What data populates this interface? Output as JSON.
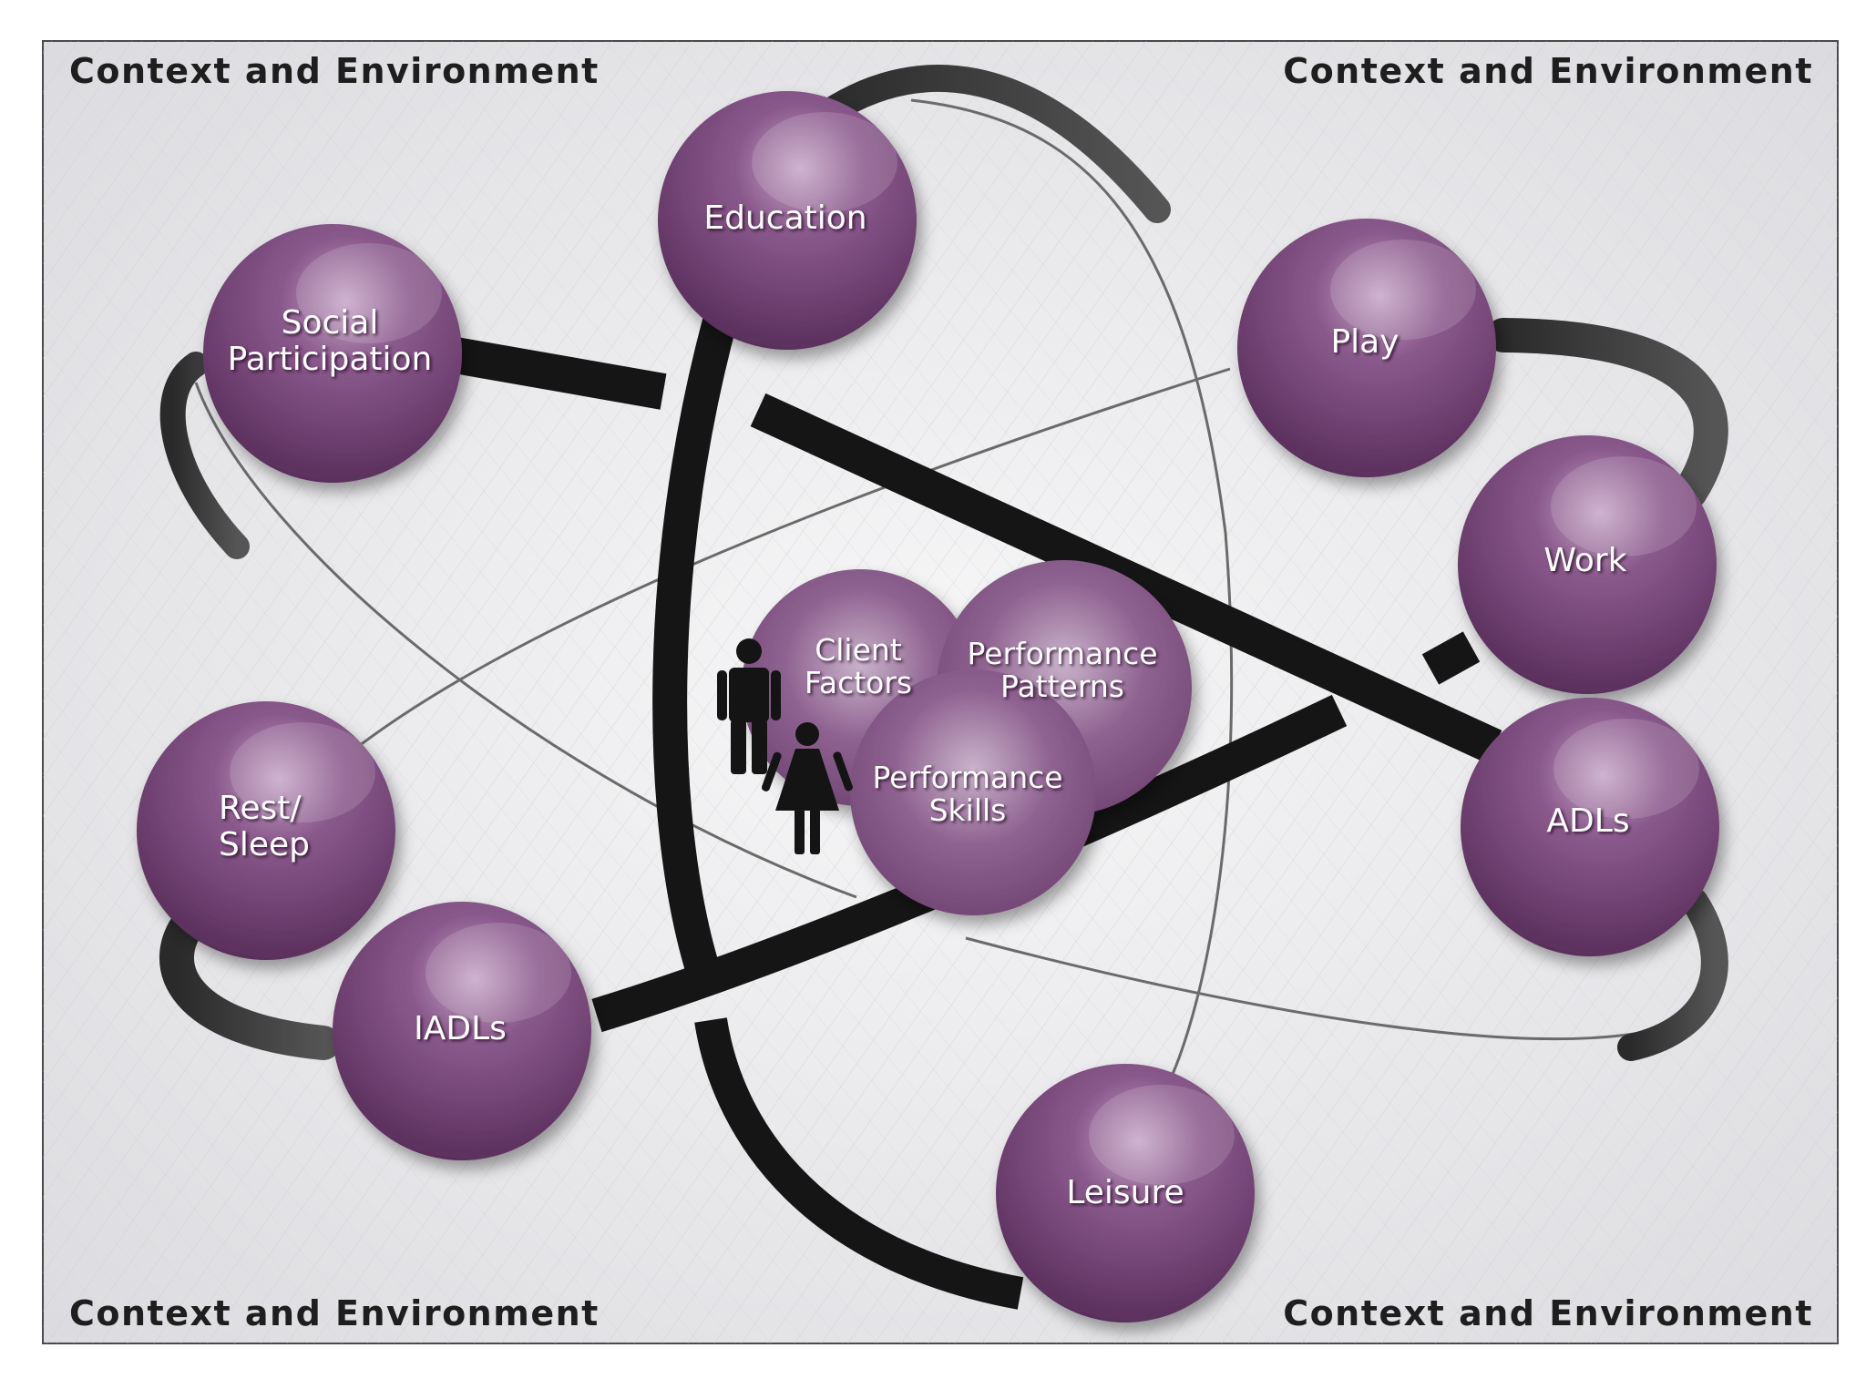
{
  "corners": {
    "top_left": "Context and Environment",
    "top_right": "Context and Environment",
    "bottom_left": "Context and Environment",
    "bottom_right": "Context and Environment"
  },
  "occupations": {
    "education": {
      "line1": "Education",
      "line2": ""
    },
    "social_participation": {
      "line1": "Social",
      "line2": "Participation"
    },
    "play": {
      "line1": "Play",
      "line2": ""
    },
    "work": {
      "line1": "Work",
      "line2": ""
    },
    "adls": {
      "line1": "ADLs",
      "line2": ""
    },
    "rest_sleep": {
      "line1": "Rest/",
      "line2": "Sleep"
    },
    "iadls": {
      "line1": "IADLs",
      "line2": ""
    },
    "leisure": {
      "line1": "Leisure",
      "line2": ""
    }
  },
  "core": {
    "client_factors": {
      "line1": "Client",
      "line2": "Factors"
    },
    "performance_patterns": {
      "line1": "Performance",
      "line2": "Patterns"
    },
    "performance_skills": {
      "line1": "Performance",
      "line2": "Skills"
    }
  },
  "icons": {
    "people": [
      "man-icon",
      "woman-icon"
    ]
  },
  "colors": {
    "bubble": "#7a4a7c",
    "bubble_light": "#b48bb5",
    "orbit": "#1a1a1a",
    "frame_bg": "#e9e9ec"
  }
}
